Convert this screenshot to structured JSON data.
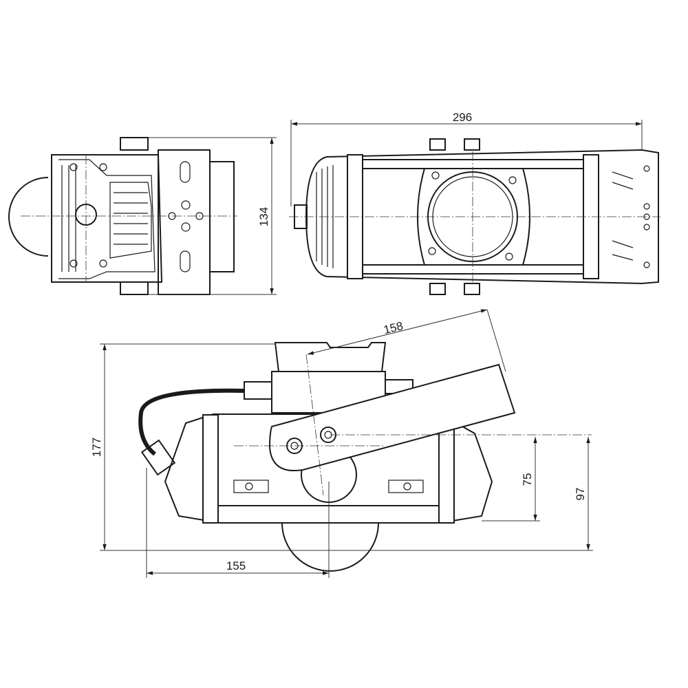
{
  "drawing": {
    "views": [
      "front-view",
      "top-view",
      "side-view"
    ],
    "dimensions": {
      "overall_length": "296",
      "width": "134",
      "bracket_length": "158",
      "overall_height": "177",
      "height_75": "75",
      "height_97": "97",
      "cable_offset": "155"
    },
    "line_color": "#1a1a1a",
    "background": "#ffffff"
  }
}
